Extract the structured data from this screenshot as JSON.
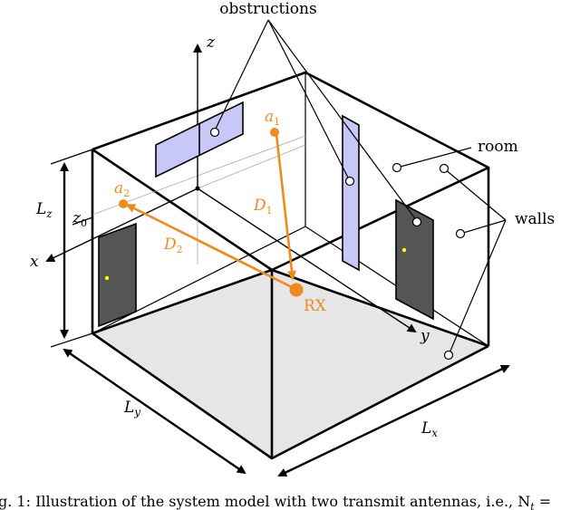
{
  "annotations": {
    "obstructions": "obstructions",
    "room": "room",
    "walls": "walls"
  },
  "axes": {
    "x": "x",
    "y": "y",
    "z": "z"
  },
  "dimensions": {
    "lx": "L",
    "lx_sub": "x",
    "ly": "L",
    "ly_sub": "y",
    "lz": "L",
    "lz_sub": "z",
    "z0": "z",
    "z0_sub": "0"
  },
  "antennas": {
    "a1": "a",
    "a1_sub": "1",
    "a2": "a",
    "a2_sub": "2",
    "d1": "D",
    "d1_sub": "1",
    "d2": "D",
    "d2_sub": "2",
    "rx": "RX"
  },
  "caption": "g. 1: Illustration of the system model with two transmit antennas, i.e., N",
  "caption_sub": "t",
  "caption_tail": " =",
  "colors": {
    "accent": "#f08a1c",
    "obstruction_fill": "#c8c8f8",
    "door_fill": "#555555",
    "floor_fill": "#e6e6e6"
  }
}
